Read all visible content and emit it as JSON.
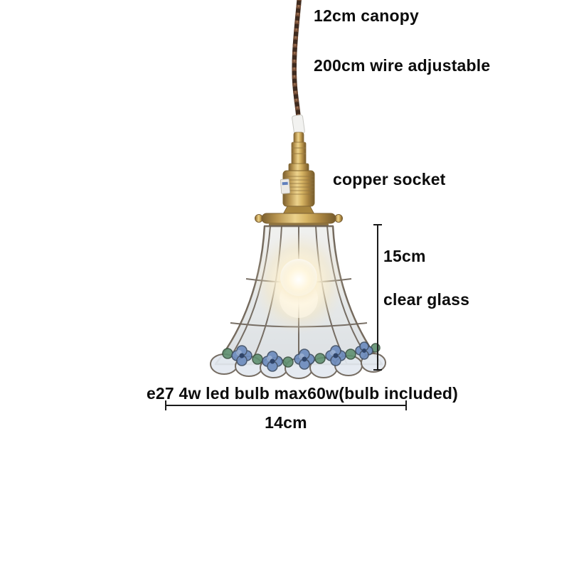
{
  "annotations": {
    "canopy_label": "12cm canopy",
    "wire_label": "200cm wire adjustable",
    "socket_label": "copper socket",
    "shade_height_label": "15cm",
    "glass_label": "clear glass",
    "bulb_label": "e27 4w led bulb max60w(bulb included)",
    "shade_width_label": "14cm"
  },
  "colors": {
    "text": "#0c0c0c",
    "measure_line": "#1a1a1a",
    "wire_brown": "#3f2b1f",
    "wire_highlight": "#7a5138",
    "brass": "#c9a55a",
    "glass_tint": "#e3e9f0",
    "lead_outline": "#6b6156",
    "flower_blue": "#6d8cbe",
    "leaf_green": "#5f9070",
    "glow_warm": "#fff6dd"
  }
}
